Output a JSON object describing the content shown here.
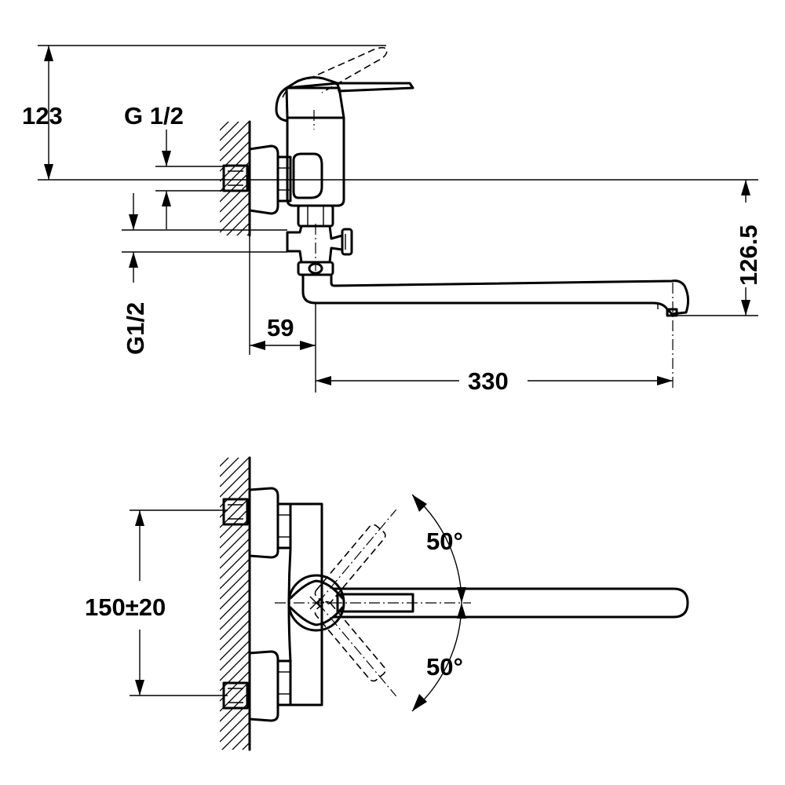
{
  "dimensions": {
    "height_top": "123",
    "inlet_thread_top": "G 1/2",
    "inlet_thread_side": "G1/2",
    "wall_offset": "59",
    "spout_reach": "330",
    "spout_height": "126.5",
    "inlet_spacing": "150±20",
    "swivel_angle_up": "50°",
    "swivel_angle_down": "50°"
  }
}
